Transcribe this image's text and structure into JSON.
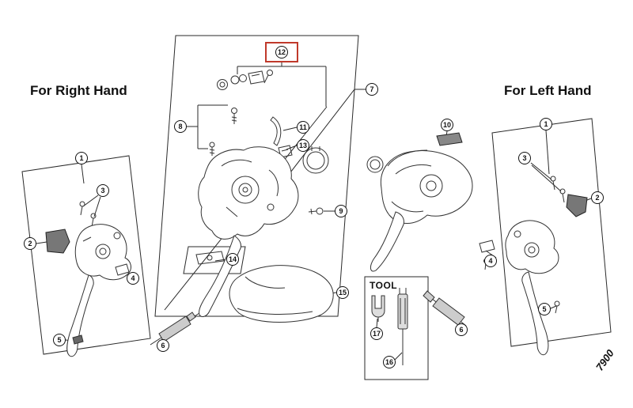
{
  "titles": {
    "right_hand": "For Right Hand",
    "left_hand": "For Left Hand"
  },
  "tool_box": {
    "label": "TOOL"
  },
  "part_code": "7900",
  "callouts": {
    "right_hand": {
      "c1": "1",
      "c2": "2",
      "c3": "3",
      "c4": "4",
      "c5": "5",
      "c6": "6"
    },
    "left_hand": {
      "c1": "1",
      "c2": "2",
      "c3": "3",
      "c4": "4",
      "c5": "5",
      "c6": "6"
    },
    "center": {
      "c7": "7",
      "c8": "8",
      "c9": "9",
      "c11": "11",
      "c12": "12",
      "c13": "13",
      "c14": "14",
      "c15": "15"
    },
    "assembly": {
      "c10": "10"
    },
    "tool": {
      "c16": "16",
      "c17": "17"
    }
  },
  "highlight": {
    "selected_callout": "12",
    "color": "#c0392b"
  }
}
